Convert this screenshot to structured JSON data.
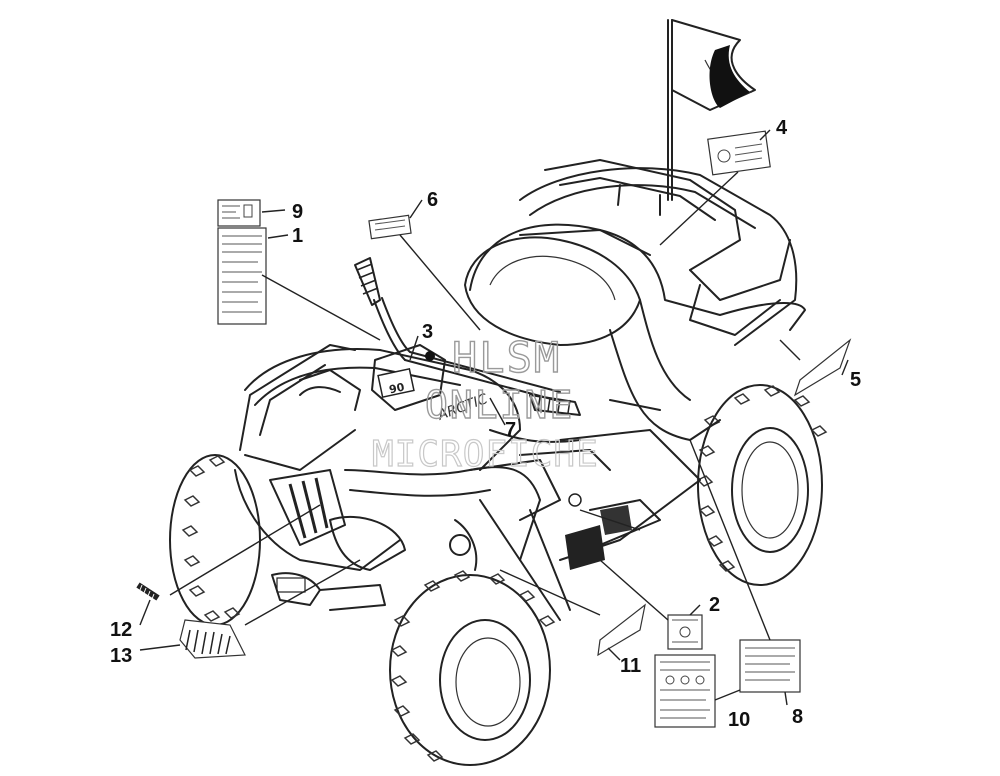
{
  "callouts": {
    "c1": "1",
    "c2": "2",
    "c3": "3",
    "c4": "4",
    "c5": "5",
    "c6": "6",
    "c7": "7",
    "c8": "8",
    "c9": "9",
    "c10": "10",
    "c11": "11",
    "c12": "12",
    "c13": "13"
  },
  "watermark": {
    "line1": "HLSM",
    "line2": "ONLINE",
    "line3": "MICROFICHE"
  },
  "vehicle": {
    "speedometer": "90",
    "brand_text": "ARCTIC"
  }
}
